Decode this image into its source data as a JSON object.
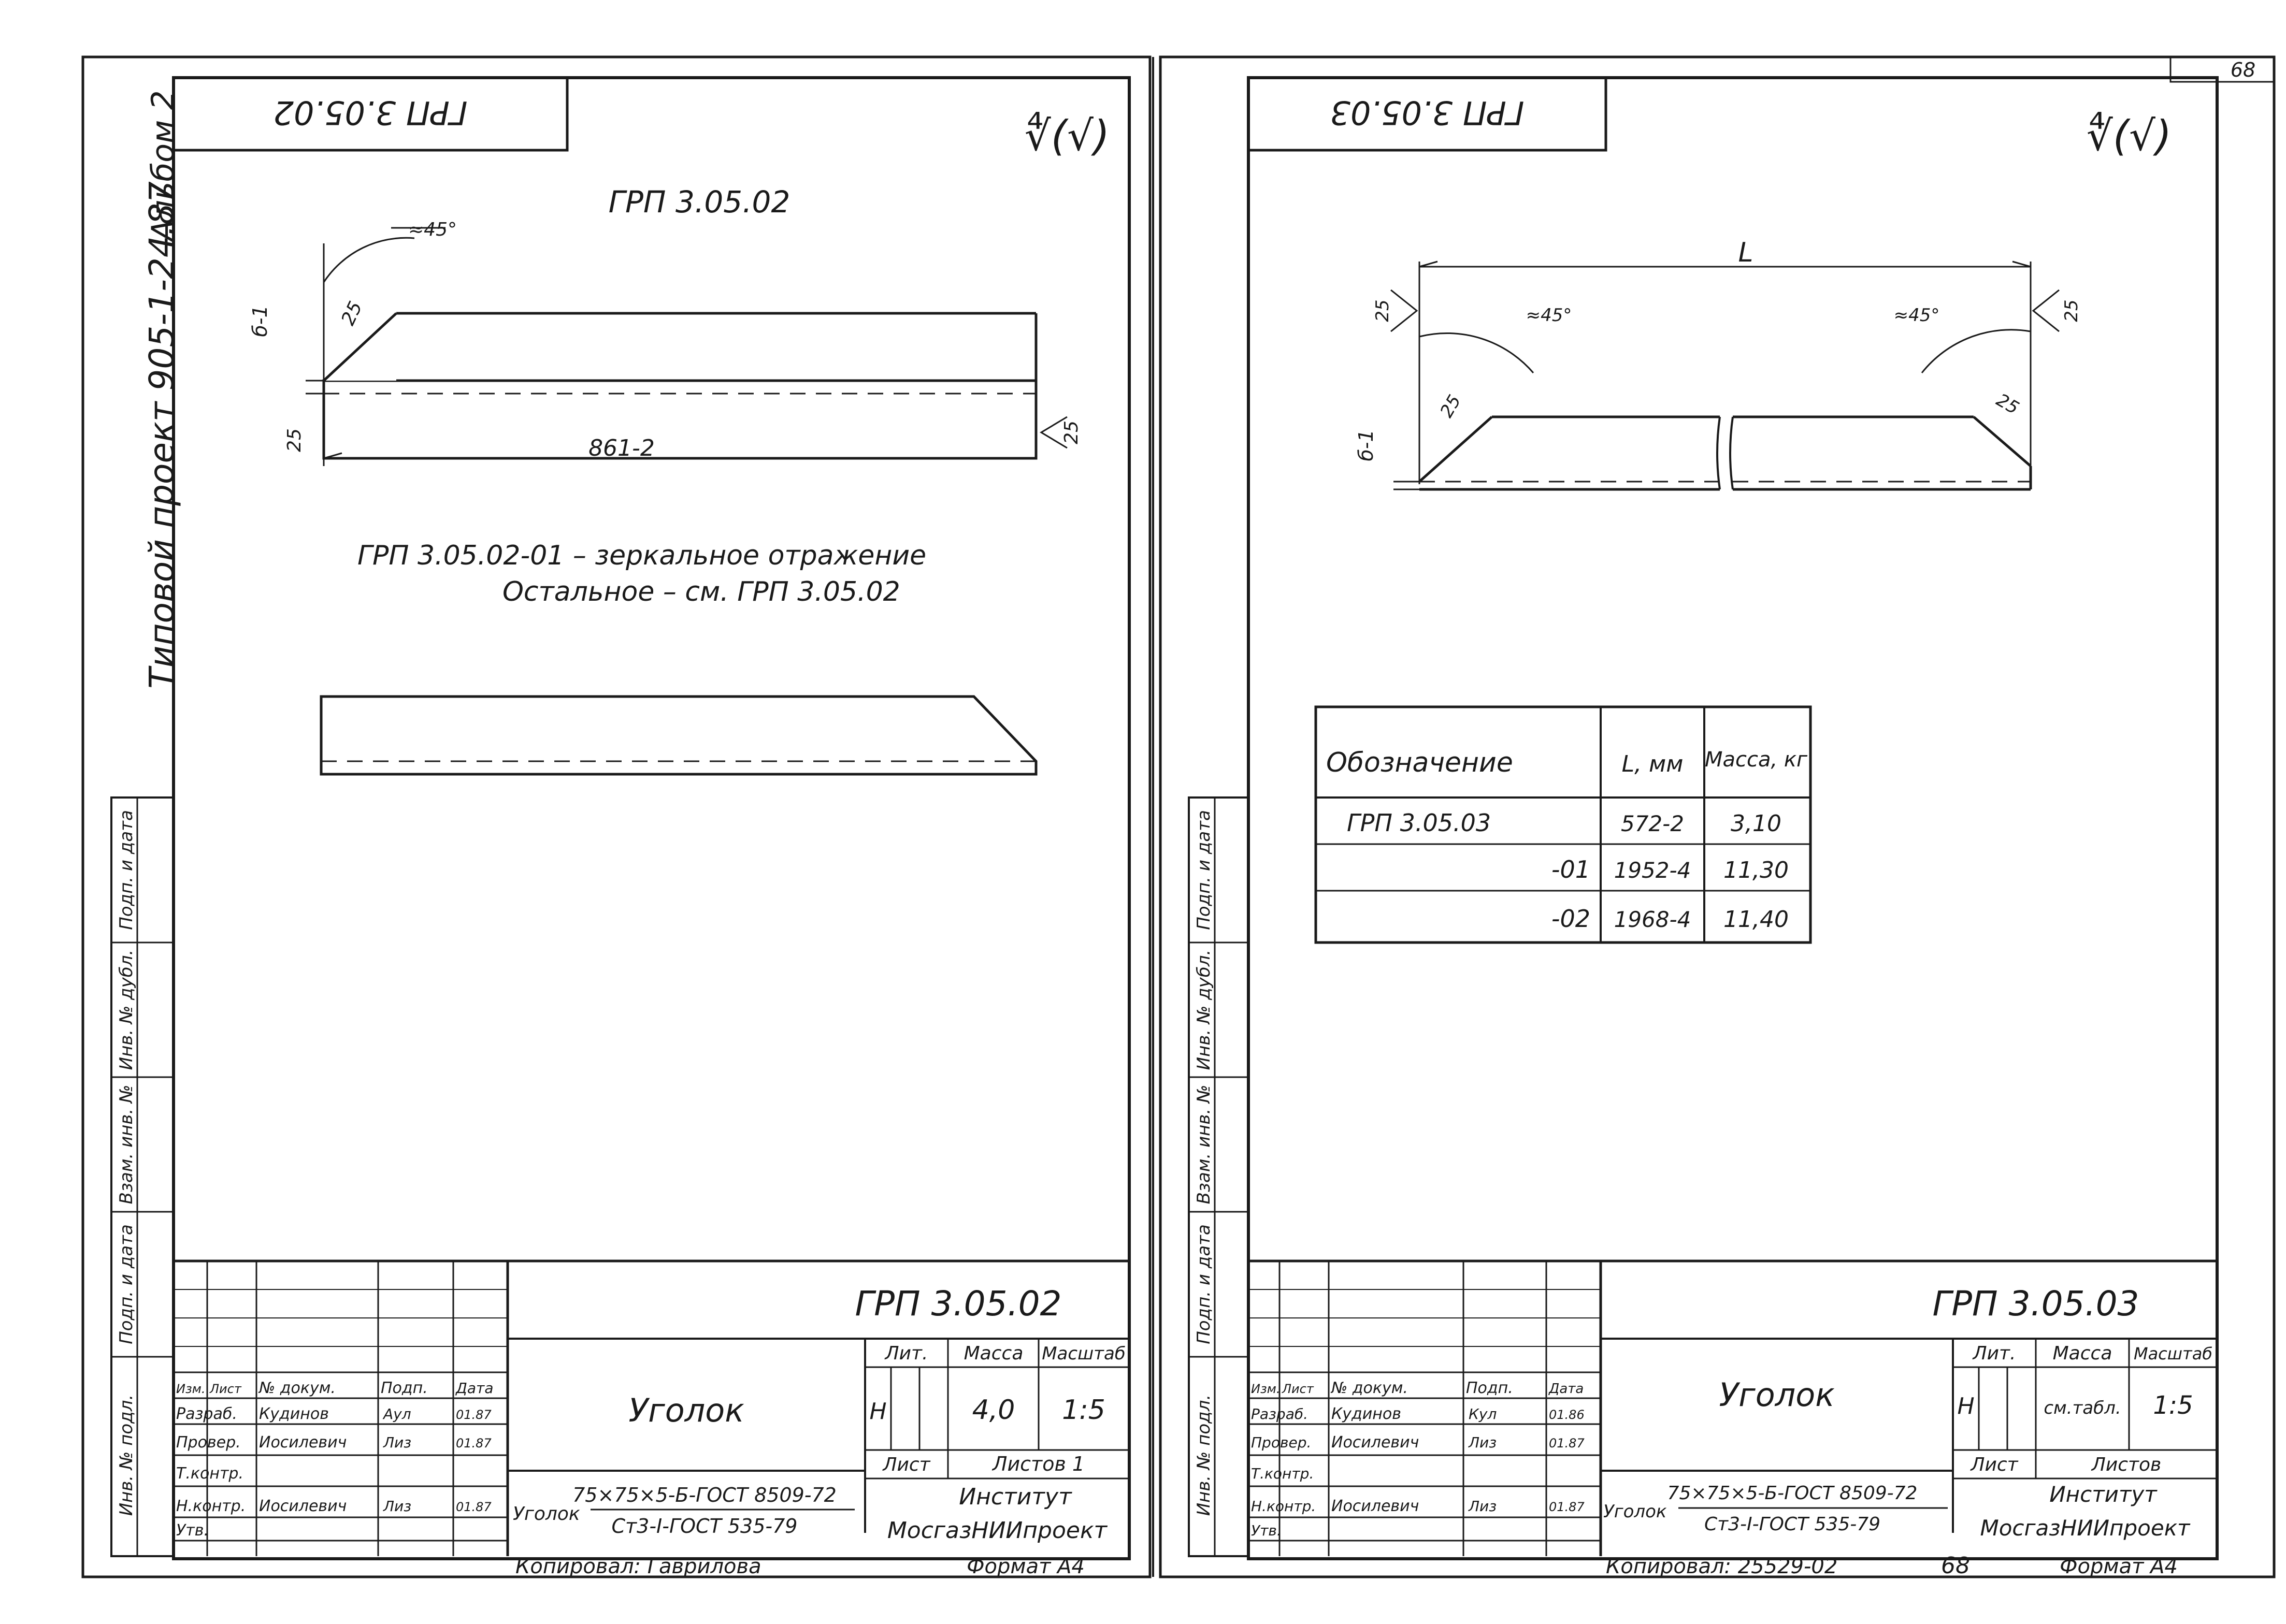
{
  "sheet_number": "68",
  "left": {
    "stamp_code": "ГРП 3.05.02",
    "roughness_mark": "∜(√)",
    "side_album": "Альбом 2",
    "side_project": "Типовой проект 905-1-24.87",
    "part_title": "ГРП 3.05.02",
    "angle_label": "≈45°",
    "chamfer_25_top": "25",
    "chamfer_25_bottom": "25",
    "chamfer_25_right": "25",
    "thickness_label": "б-1",
    "length_label": "861-2",
    "mirror_note": "ГРП 3.05.02-01 – зеркальное отражение",
    "rest_note": "Остальное – см. ГРП 3.05.02",
    "title_code": "ГРП 3.05.02",
    "part_name": "Уголок",
    "lit_header": "Лит.",
    "mass_header": "Масса",
    "scale_header": "Масштаб",
    "lit_value": "Н",
    "mass_value": "4,0",
    "scale_value": "1:5",
    "sheet_label": "Лист",
    "sheets_label": "Листов 1",
    "material_prefix": "Уголок",
    "material_top": "75×75×5-Б-ГОСТ 8509-72",
    "material_bottom": "Ст3-I-ГОСТ 535-79",
    "institute_1": "Институт",
    "institute_2": "МосгазНИИпроект",
    "copied_by": "Копировал: Гаврилова",
    "format": "Формат А4",
    "roles": {
      "izm": "Изм.",
      "list": "Лист",
      "doc": "№ докум.",
      "sign": "Подп.",
      "date": "Дата",
      "razrab": "Разраб.",
      "razrab_name": "Кудинов",
      "razrab_sign": "Аул",
      "razrab_date": "01.87",
      "prover": "Провер.",
      "prover_name": "Иосилевич",
      "prover_sign": "Лиз",
      "prover_date": "01.87",
      "tkontr": "Т.контр.",
      "nkontr": "Н.контр.",
      "nkontr_name": "Иосилевич",
      "nkontr_sign": "Лиз",
      "nkontr_date": "01.87",
      "utv": "Утв."
    },
    "side_stamps": [
      "Подп. и дата",
      "Инв. № дубл.",
      "Взам. инв. №",
      "Подп. и дата",
      "Инв. № подл."
    ]
  },
  "right": {
    "stamp_code": "ГРП 3.05.03",
    "roughness_mark": "∜(√)",
    "length_symbol": "L",
    "angle_left": "≈45°",
    "angle_right": "≈45°",
    "chamfer_tl": "25",
    "chamfer_tr": "25",
    "chamfer_ml": "25",
    "chamfer_mr": "25",
    "thickness_label": "б-1",
    "table": {
      "headers": [
        "Обозначение",
        "L, мм",
        "Масса, кг"
      ],
      "rows": [
        [
          "ГРП 3.05.03",
          "572-2",
          "3,10"
        ],
        [
          "-01",
          "1952-4",
          "11,30"
        ],
        [
          "-02",
          "1968-4",
          "11,40"
        ]
      ]
    },
    "title_code": "ГРП 3.05.03",
    "part_name": "Уголок",
    "lit_header": "Лит.",
    "mass_header": "Масса",
    "scale_header": "Масштаб",
    "lit_value": "Н",
    "mass_value": "см.табл.",
    "scale_value": "1:5",
    "sheet_label": "Лист",
    "sheets_label": "Листов",
    "material_prefix": "Уголок",
    "material_top": "75×75×5-Б-ГОСТ 8509-72",
    "material_bottom": "Ст3-I-ГОСТ 535-79",
    "institute_1": "Институт",
    "institute_2": "МосгазНИИпроект",
    "copied_by": "Копировал: 25529-02",
    "copied_sheet": "68",
    "format": "Формат А4",
    "roles": {
      "izm": "Изм.",
      "list": "Лист",
      "doc": "№ докум.",
      "sign": "Подп.",
      "date": "Дата",
      "razrab": "Разраб.",
      "razrab_name": "Кудинов",
      "razrab_sign": "Кул",
      "razrab_date": "01.86",
      "prover": "Провер.",
      "prover_name": "Иосилевич",
      "prover_sign": "Лиз",
      "prover_date": "01.87",
      "tkontr": "Т.контр.",
      "nkontr": "Н.контр.",
      "nkontr_name": "Иосилевич",
      "nkontr_sign": "Лиз",
      "nkontr_date": "01.87",
      "utv": "Утв."
    },
    "side_stamps": [
      "Подп. и дата",
      "Инв. № дубл.",
      "Взам. инв. №",
      "Подп. и дата",
      "Инв. № подл."
    ]
  }
}
